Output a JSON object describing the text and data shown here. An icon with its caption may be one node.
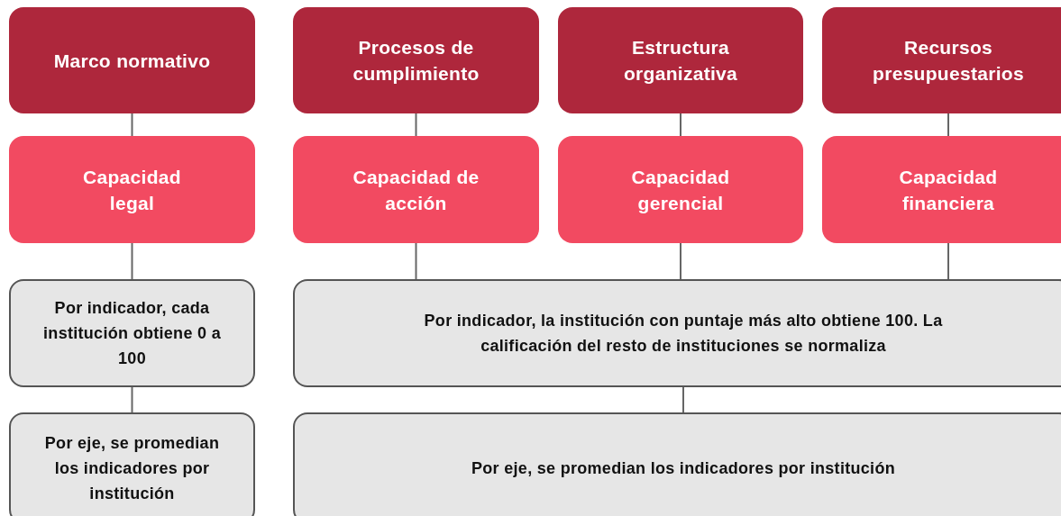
{
  "diagram": {
    "nodes": [
      {
        "text": [
          "Marco normativo"
        ]
      },
      {
        "text": [
          "Procesos de cumplimiento"
        ]
      },
      {
        "text": [
          "Estructura organizativa"
        ]
      },
      {
        "text": [
          "Recursos presupuestarios"
        ]
      },
      {
        "text": [
          "Capacidad legal"
        ]
      },
      {
        "text": [
          "Capacidad de acción"
        ]
      },
      {
        "text": [
          "Capacidad gerencial"
        ]
      },
      {
        "text": [
          "Capacidad financiera"
        ]
      },
      {
        "text": [
          "Por indicador, cada institución obtiene 0 a 100"
        ]
      },
      {
        "text": [
          "Por indicador, la institución con puntaje más alto obtiene 100. La calificación del resto de instituciones se normaliza"
        ]
      },
      {
        "text": [
          "Por eje, se promedian los indicadores por institución"
        ]
      },
      {
        "text": [
          "Por eje, se promedian los indicadores por institución"
        ]
      }
    ],
    "edges": [
      {
        "from": 0,
        "to": 4,
        "arrow": "none"
      },
      {
        "from": 1,
        "to": 5,
        "arrow": "none"
      },
      {
        "from": 2,
        "to": 6,
        "arrow": "none"
      },
      {
        "from": 3,
        "to": 7,
        "arrow": "none"
      },
      {
        "from": 4,
        "to": 8,
        "arrow": "none"
      },
      {
        "from": 5,
        "to": 9,
        "arrow": "none"
      },
      {
        "from": 6,
        "to": 9,
        "arrow": "none"
      },
      {
        "from": 7,
        "to": 9,
        "arrow": "none"
      },
      {
        "from": 8,
        "to": 10,
        "arrow": "none"
      },
      {
        "from": 9,
        "to": 11,
        "arrow": "none"
      }
    ]
  }
}
